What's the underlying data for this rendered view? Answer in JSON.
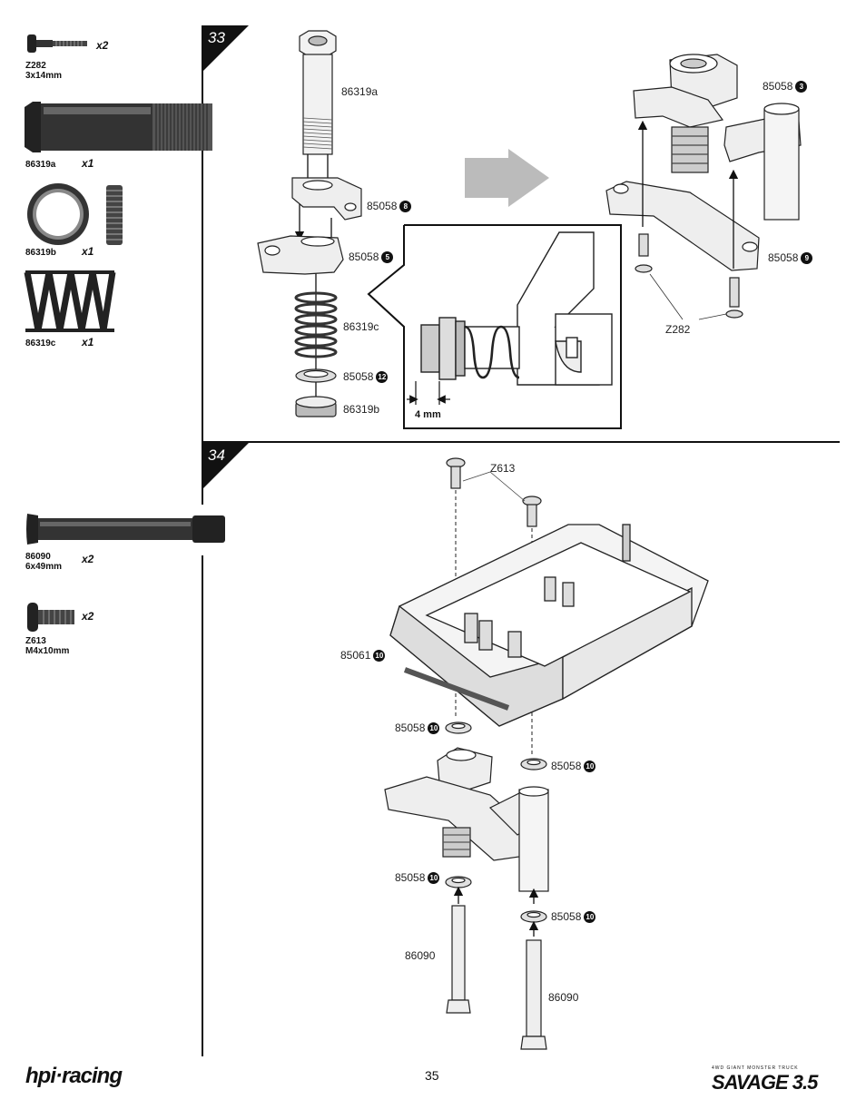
{
  "parts_sidebar": {
    "step33": [
      {
        "code": "Z282",
        "size": "3x14mm",
        "qty": "x2"
      },
      {
        "code": "86319a",
        "size": "",
        "qty": "x1"
      },
      {
        "code": "86319b",
        "size": "",
        "qty": "x1"
      },
      {
        "code": "86319c",
        "size": "",
        "qty": "x1"
      }
    ],
    "step34": [
      {
        "code": "86090",
        "size": "6x49mm",
        "qty": "x2"
      },
      {
        "code": "Z613",
        "size": "M4x10mm",
        "qty": "x2"
      }
    ]
  },
  "step33": {
    "number": "33",
    "labels": {
      "p86319a": "86319a",
      "p85058_8": "85058",
      "n8": "8",
      "p85058_5": "85058",
      "n5": "5",
      "p86319c": "86319c",
      "p85058_12": "85058",
      "n12": "12",
      "p86319b": "86319b",
      "p85058_3": "85058",
      "n3": "3",
      "p85058_9": "85058",
      "n9": "9",
      "z282": "Z282"
    },
    "detail_measure": "4 mm"
  },
  "step34": {
    "number": "34",
    "labels": {
      "z613": "Z613",
      "p85061": "85061",
      "n10a": "10",
      "p85058_a": "85058",
      "n10b": "10",
      "p85058_b": "85058",
      "n10c": "10",
      "p85058_c": "85058",
      "n10d": "10",
      "p85058_d": "85058",
      "n10e": "10",
      "p86090_a": "86090",
      "p86090_b": "86090"
    }
  },
  "footer": {
    "page_number": "35",
    "brand_left": "hpi·racing",
    "brand_right": "SAVAGE 3.5",
    "brand_right_tagline": "4WD GIANT MONSTER TRUCK"
  }
}
